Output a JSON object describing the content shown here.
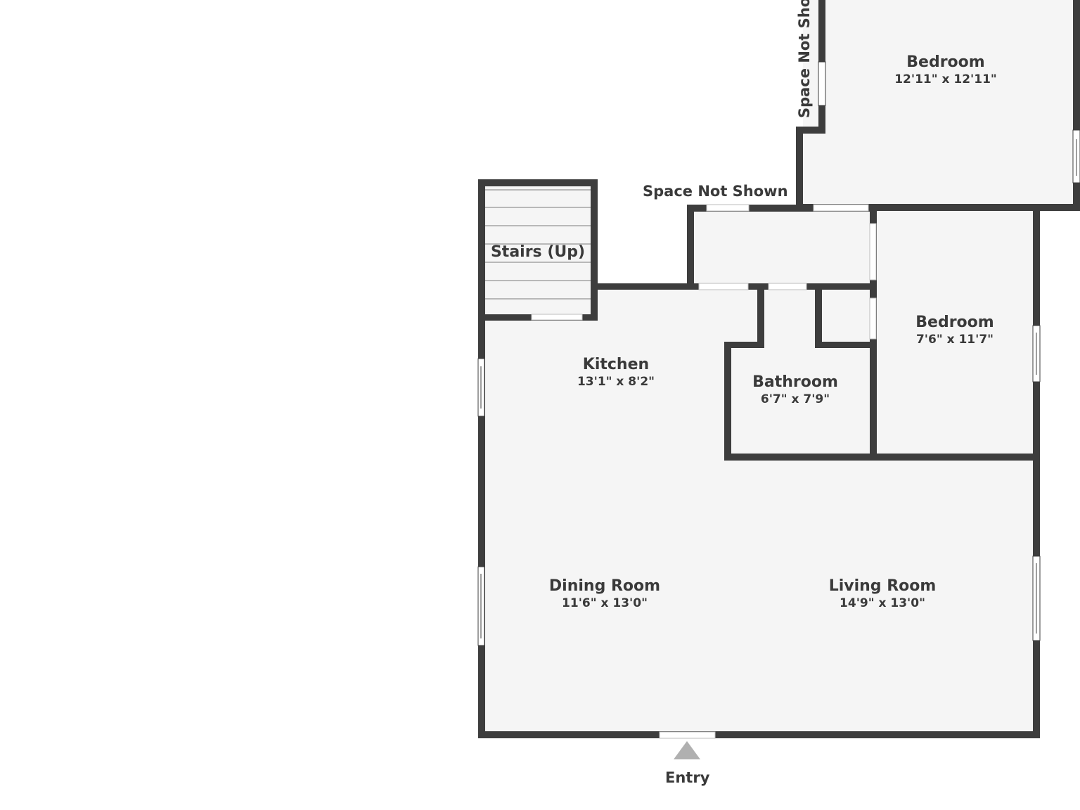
{
  "plan": {
    "wall_color": "#3d3d3d",
    "floor_color": "#f5f5f5",
    "background_color": "#ffffff",
    "entry_arrow_color": "#b0b0b0",
    "text_color": "#3a3a3a"
  },
  "rooms": [
    {
      "id": "bedroom-1",
      "name": "Bedroom",
      "dimensions": "12'11\" x 12'11\""
    },
    {
      "id": "stairs",
      "name": "Stairs (Up)",
      "dimensions": ""
    },
    {
      "id": "kitchen",
      "name": "Kitchen",
      "dimensions": "13'1\" x 8'2\""
    },
    {
      "id": "bathroom",
      "name": "Bathroom",
      "dimensions": "6'7\" x 7'9\""
    },
    {
      "id": "bedroom-2",
      "name": "Bedroom",
      "dimensions": "7'6\" x 11'7\""
    },
    {
      "id": "dining-room",
      "name": "Dining Room",
      "dimensions": "11'6\" x 13'0\""
    },
    {
      "id": "living-room",
      "name": "Living Room",
      "dimensions": "14'9\" x 13'0\""
    }
  ],
  "annotations": {
    "space_not_shown_horizontal": "Space Not Shown",
    "space_not_shown_vertical": "Space Not Sho",
    "entry": "Entry"
  },
  "icons": {
    "entry_arrow": "triangle-up-icon"
  }
}
